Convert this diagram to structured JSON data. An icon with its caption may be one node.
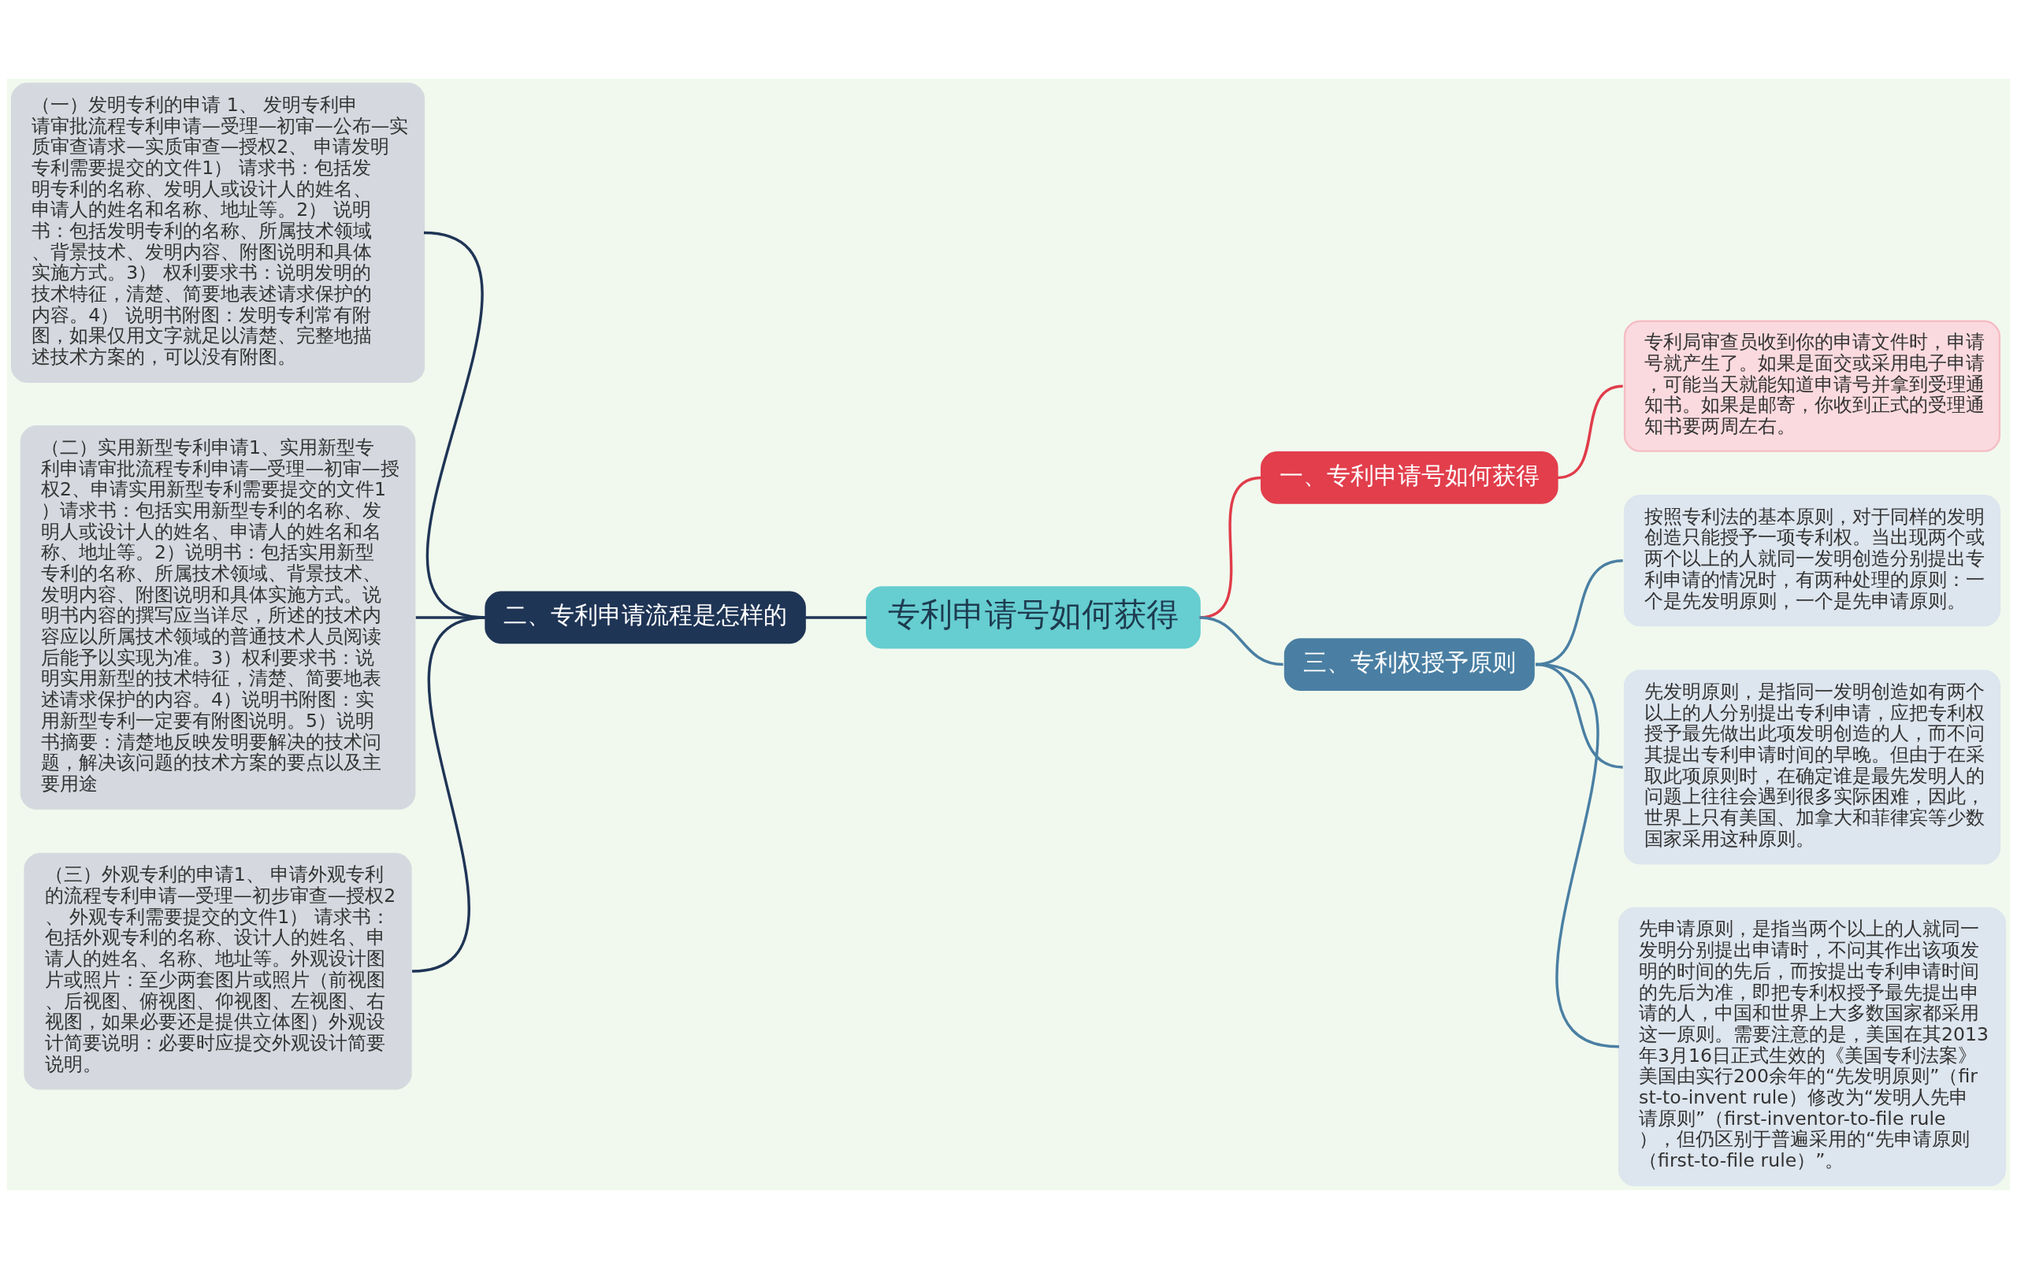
{
  "diagram": {
    "nodes": [
      {
        "text": [
          "专利申请号如何获得"
        ]
      },
      {
        "text": [
          "二、专利申请流程是怎样的"
        ]
      },
      {
        "text": [
          "（一）发明专利的申请 1、 发明专利申请审批流程专利申请—受理—初审—公布—实质审查请求—实质审查—授权2、 申请发明专利需要提交的文件1） 请求书：包括发明专利的名称、发明人或设计人的姓名、申请人的姓名和名称、地址等。2） 说明书：包括发明专利的名称、所属技术领域、背景技术、发明内容、附图说明和具体实施方式。3） 权利要求书：说明发明的技术特征，清楚、简要地表述请求保护的内容。4） 说明书附图：发明专利常有附图，如果仅用文字就足以清楚、完整地描述技术方案的，可以没有附图。"
        ]
      },
      {
        "text": [
          "（二）实用新型专利申请1、实用新型专利申请审批流程专利申请—受理—初审—授权2、申请实用新型专利需要提交的文件1）请求书：包括实用新型专利的名称、发明人或设计人的姓名、申请人的姓名和名称、地址等。2）说明书：包括实用新型专利的名称、所属技术领域、背景技术、发明内容、附图说明和具体实施方式。说明书内容的撰写应当详尽，所述的技术内容应以所属技术领域的普通技术人员阅读后能予以实现为准。3）权利要求书：说明实用新型的技术特征，清楚、简要地表述请求保护的内容。4）说明书附图：实用新型专利一定要有附图说明。5）说明书摘要：清楚地反映发明要解决的技术问题，解决该问题的技术方案的要点以及主要用途"
        ]
      },
      {
        "text": [
          "（三）外观专利的申请1、 申请外观专利的流程专利申请—受理—初步审查—授权2、 外观专利需要提交的文件1） 请求书：包括外观专利的名称、设计人的姓名、申请人的姓名、名称、地址等。外观设计图片或照片：至少两套图片或照片（前视图、后视图、俯视图、仰视图、左视图、右视图，如果必要还是提供立体图）外观设计简要说明：必要时应提交外观设计简要说明。"
        ]
      },
      {
        "text": [
          "一、专利申请号如何获得"
        ]
      },
      {
        "text": [
          "专利局审查员收到你的申请文件时，申请号就产生了。如果是面交或采用电子申请，可能当天就能知道申请号并拿到受理通知书。如果是邮寄，你收到正式的受理通知书要两周左右。"
        ]
      },
      {
        "text": [
          "三、专利权授予原则"
        ]
      },
      {
        "text": [
          "按照专利法的基本原则，对于同样的发明创造只能授予一项专利权。当出现两个或两个以上的人就同一发明创造分别提出专利申请的情况时，有两种处理的原则：一个是先发明原则，一个是先申请原则。"
        ]
      },
      {
        "text": [
          "先发明原则，是指同一发明创造如有两个以上的人分别提出专利申请，应把专利权授予最先做出此项发明创造的人，而不问其提出专利申请时间的早晚。但由于在采取此项原则时，在确定谁是最先发明人的问题上往往会遇到很多实际困难，因此，世界上只有美国、加拿大和菲律宾等少数国家采用这种原则。"
        ]
      },
      {
        "text": [
          "先申请原则，是指当两个以上的人就同一发明分别提出申请时，不问其作出该项发明的时间的先后，而按提出专利申请时间的先后为准，即把专利权授予最先提出申请的人，中国和世界上大多数国家都采用这一原则。需要注意的是，美国在其2013年3月16日正式生效的《美国专利法案》美国由实行200余年的“先发明原则”（first-to-invent rule）修改为“发明人先申请原则”（first-inventor-to-file rule），但仍区别于普遍采用的“先申请原则（first-to-file rule）”。"
        ]
      }
    ],
    "edges": [
      {
        "from": 0,
        "to": 1,
        "arrow": "none",
        "color": "#1f3556"
      },
      {
        "from": 1,
        "to": 2,
        "arrow": "none",
        "color": "#1f3556"
      },
      {
        "from": 1,
        "to": 3,
        "arrow": "none",
        "color": "#1f3556"
      },
      {
        "from": 1,
        "to": 4,
        "arrow": "none",
        "color": "#1f3556"
      },
      {
        "from": 0,
        "to": 5,
        "arrow": "none",
        "color": "#e03c4a"
      },
      {
        "from": 5,
        "to": 6,
        "arrow": "none",
        "color": "#e03c4a"
      },
      {
        "from": 0,
        "to": 7,
        "arrow": "none",
        "color": "#4a7fa3"
      },
      {
        "from": 7,
        "to": 8,
        "arrow": "none",
        "color": "#4a7fa3"
      },
      {
        "from": 7,
        "to": 9,
        "arrow": "none",
        "color": "#4a7fa3"
      },
      {
        "from": 7,
        "to": 10,
        "arrow": "none",
        "color": "#4a7fa3"
      }
    ]
  }
}
